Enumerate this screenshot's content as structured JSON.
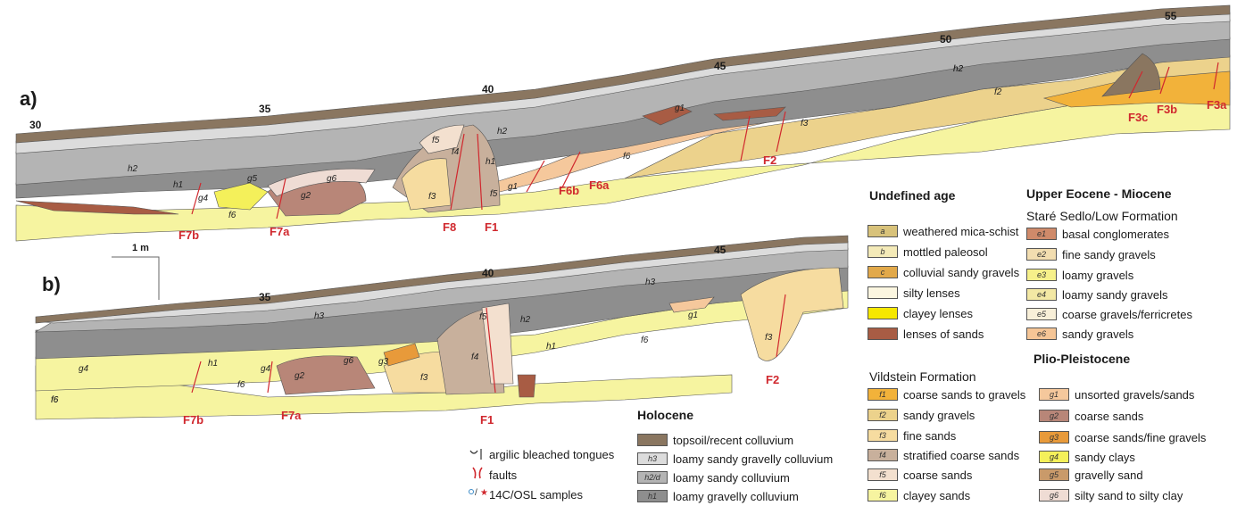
{
  "panels": {
    "a": {
      "label": "a)",
      "meters": [
        "30",
        "35",
        "40",
        "45",
        "50",
        "55"
      ],
      "faults": [
        "F7b",
        "F7a",
        "F8",
        "F1",
        "F6b",
        "F6a",
        "F2",
        "F3c",
        "F3b",
        "F3a"
      ],
      "units": [
        "h2",
        "h2",
        "h1",
        "g4",
        "g5",
        "g6",
        "g2",
        "f6",
        "f5",
        "f4",
        "f3",
        "f5",
        "g1",
        "h1",
        "h2",
        "g1",
        "f6",
        "f3",
        "h2",
        "f2"
      ]
    },
    "b": {
      "label": "b)",
      "meters": [
        "35",
        "40",
        "45"
      ],
      "faults": [
        "F7b",
        "F7a",
        "F1",
        "F2"
      ],
      "units": [
        "h3",
        "h1",
        "g4",
        "f6",
        "g4",
        "f6",
        "g2",
        "g6",
        "g3",
        "f3",
        "f4",
        "f5",
        "h2",
        "h1",
        "h3",
        "g1",
        "f6",
        "f3",
        "f6"
      ]
    }
  },
  "scale_bar": {
    "label": "1 m"
  },
  "legend": {
    "undefined_age": {
      "title": "Undefined age",
      "items": [
        {
          "code": "a",
          "label": "weathered mica-schist",
          "color": "#d8c27a"
        },
        {
          "code": "b",
          "label": "mottled paleosol",
          "color": "#f4eab8"
        },
        {
          "code": "c",
          "label": "colluvial sandy gravels",
          "color": "#e2a94a"
        },
        {
          "code": "",
          "label": "silty lenses",
          "color": "#fbf6e0"
        },
        {
          "code": "",
          "label": "clayey lenses",
          "color": "#f6e800"
        },
        {
          "code": "",
          "label": "lenses of sands",
          "color": "#a85c44"
        }
      ]
    },
    "eocene_miocene": {
      "title": "Upper Eocene - Miocene",
      "subtitle": "Staré Sedlo/Low  Formation",
      "items": [
        {
          "code": "e1",
          "label": "basal conglomerates",
          "color": "#cf8a6a"
        },
        {
          "code": "e2",
          "label": "fine sandy gravels",
          "color": "#f2ddb0"
        },
        {
          "code": "e3",
          "label": "loamy gravels",
          "color": "#f6f08a"
        },
        {
          "code": "e4",
          "label": "loamy sandy gravels",
          "color": "#f3e8a4"
        },
        {
          "code": "e5",
          "label": "coarse gravels/ferricretes",
          "color": "#f8efd8"
        },
        {
          "code": "e6",
          "label": "sandy gravels",
          "color": "#f5c596"
        }
      ]
    },
    "plio_pleistocene": {
      "title": "Plio-Pleistocene",
      "subtitle": "Vildstein Formation",
      "col1": [
        {
          "code": "f1",
          "label": "coarse sands to gravels",
          "color": "#f2b23a"
        },
        {
          "code": "f2",
          "label": "sandy gravels",
          "color": "#ecd28c"
        },
        {
          "code": "f3",
          "label": "fine sands",
          "color": "#f6dca0"
        },
        {
          "code": "f4",
          "label": "stratified coarse sands",
          "color": "#c8b09c"
        },
        {
          "code": "f5",
          "label": "coarse sands",
          "color": "#f3e0cf"
        },
        {
          "code": "f6",
          "label": "clayey sands",
          "color": "#f6f4a0"
        }
      ],
      "col2": [
        {
          "code": "g1",
          "label": "unsorted gravels/sands",
          "color": "#f5c89c"
        },
        {
          "code": "g2",
          "label": "coarse sands",
          "color": "#b88678"
        },
        {
          "code": "g3",
          "label": "coarse sands/fine gravels",
          "color": "#e89a3a"
        },
        {
          "code": "g4",
          "label": "sandy clays",
          "color": "#f4f05a"
        },
        {
          "code": "g5",
          "label": "gravelly sand",
          "color": "#c99a6a"
        },
        {
          "code": "g6",
          "label": "silty sand to silty clay",
          "color": "#efdcd4"
        }
      ]
    },
    "holocene": {
      "title": "Holocene",
      "items": [
        {
          "code": "",
          "label": "topsoil/recent colluvium",
          "color": "#8a7660"
        },
        {
          "code": "h3",
          "label": "loamy sandy gravelly colluvium",
          "color": "#dcdcdc"
        },
        {
          "code": "h2/d",
          "label": "loamy sandy colluvium",
          "color": "#b4b4b4"
        },
        {
          "code": "h1",
          "label": "loamy gravelly colluvium",
          "color": "#8e8e8e"
        }
      ]
    },
    "symbols": [
      {
        "icon": "tongue-icon",
        "label": "argilic bleached tongues"
      },
      {
        "icon": "fault-icon",
        "label": "faults"
      },
      {
        "icon": "sample-icon",
        "label": "14C/OSL samples"
      }
    ]
  }
}
